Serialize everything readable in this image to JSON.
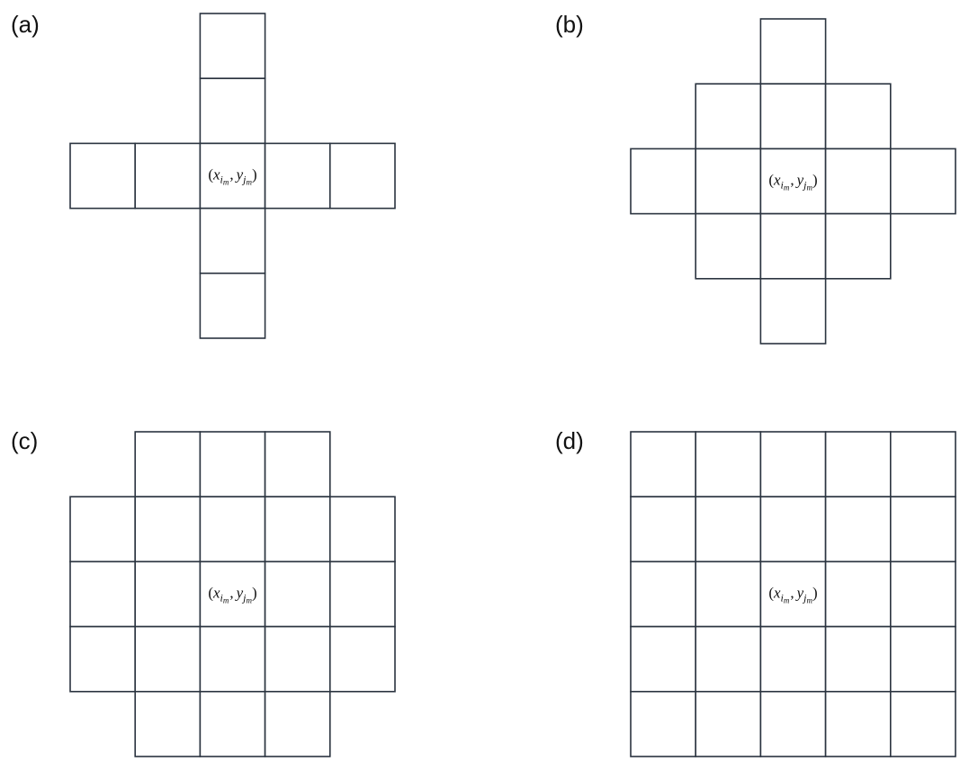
{
  "panels": [
    {
      "id": "a",
      "label": "(a)",
      "pattern": "cross",
      "grid_rows": 5,
      "grid_cols": 5,
      "cells": [
        [
          0,
          2
        ],
        [
          1,
          2
        ],
        [
          2,
          0
        ],
        [
          2,
          1
        ],
        [
          2,
          2
        ],
        [
          2,
          3
        ],
        [
          2,
          4
        ],
        [
          3,
          2
        ],
        [
          4,
          2
        ]
      ],
      "center_label": {
        "paren_open": "(",
        "x": "x",
        "x_sub": "i",
        "x_subsub": "m",
        "comma": ",",
        "y": "y",
        "y_sub": "j",
        "y_subsub": "m",
        "paren_close": ")"
      }
    },
    {
      "id": "b",
      "label": "(b)",
      "pattern": "diamond",
      "grid_rows": 5,
      "grid_cols": 5,
      "cells": [
        [
          0,
          2
        ],
        [
          1,
          1
        ],
        [
          1,
          2
        ],
        [
          1,
          3
        ],
        [
          2,
          0
        ],
        [
          2,
          1
        ],
        [
          2,
          2
        ],
        [
          2,
          3
        ],
        [
          2,
          4
        ],
        [
          3,
          1
        ],
        [
          3,
          2
        ],
        [
          3,
          3
        ],
        [
          4,
          2
        ]
      ],
      "center_label": {
        "paren_open": "(",
        "x": "x",
        "x_sub": "i",
        "x_subsub": "m",
        "comma": ",",
        "y": "y",
        "y_sub": "j",
        "y_subsub": "m",
        "paren_close": ")"
      }
    },
    {
      "id": "c",
      "label": "(c)",
      "pattern": "rounded-square",
      "grid_rows": 5,
      "grid_cols": 5,
      "cells": [
        [
          0,
          1
        ],
        [
          0,
          2
        ],
        [
          0,
          3
        ],
        [
          1,
          0
        ],
        [
          1,
          1
        ],
        [
          1,
          2
        ],
        [
          1,
          3
        ],
        [
          1,
          4
        ],
        [
          2,
          0
        ],
        [
          2,
          1
        ],
        [
          2,
          2
        ],
        [
          2,
          3
        ],
        [
          2,
          4
        ],
        [
          3,
          0
        ],
        [
          3,
          1
        ],
        [
          3,
          2
        ],
        [
          3,
          3
        ],
        [
          3,
          4
        ],
        [
          4,
          1
        ],
        [
          4,
          2
        ],
        [
          4,
          3
        ]
      ],
      "center_label": {
        "paren_open": "(",
        "x": "x",
        "x_sub": "i",
        "x_subsub": "m",
        "comma": ",",
        "y": "y",
        "y_sub": "j",
        "y_subsub": "m",
        "paren_close": ")"
      }
    },
    {
      "id": "d",
      "label": "(d)",
      "pattern": "full-square",
      "grid_rows": 5,
      "grid_cols": 5,
      "cells": [
        [
          0,
          0
        ],
        [
          0,
          1
        ],
        [
          0,
          2
        ],
        [
          0,
          3
        ],
        [
          0,
          4
        ],
        [
          1,
          0
        ],
        [
          1,
          1
        ],
        [
          1,
          2
        ],
        [
          1,
          3
        ],
        [
          1,
          4
        ],
        [
          2,
          0
        ],
        [
          2,
          1
        ],
        [
          2,
          2
        ],
        [
          2,
          3
        ],
        [
          2,
          4
        ],
        [
          3,
          0
        ],
        [
          3,
          1
        ],
        [
          3,
          2
        ],
        [
          3,
          3
        ],
        [
          3,
          4
        ],
        [
          4,
          0
        ],
        [
          4,
          1
        ],
        [
          4,
          2
        ],
        [
          4,
          3
        ],
        [
          4,
          4
        ]
      ],
      "center_label": {
        "paren_open": "(",
        "x": "x",
        "x_sub": "i",
        "x_subsub": "m",
        "comma": ",",
        "y": "y",
        "y_sub": "j",
        "y_subsub": "m",
        "paren_close": ")"
      }
    }
  ],
  "colors": {
    "stroke": "#2b3440",
    "fill": "#ffffff",
    "text": "#111111"
  }
}
